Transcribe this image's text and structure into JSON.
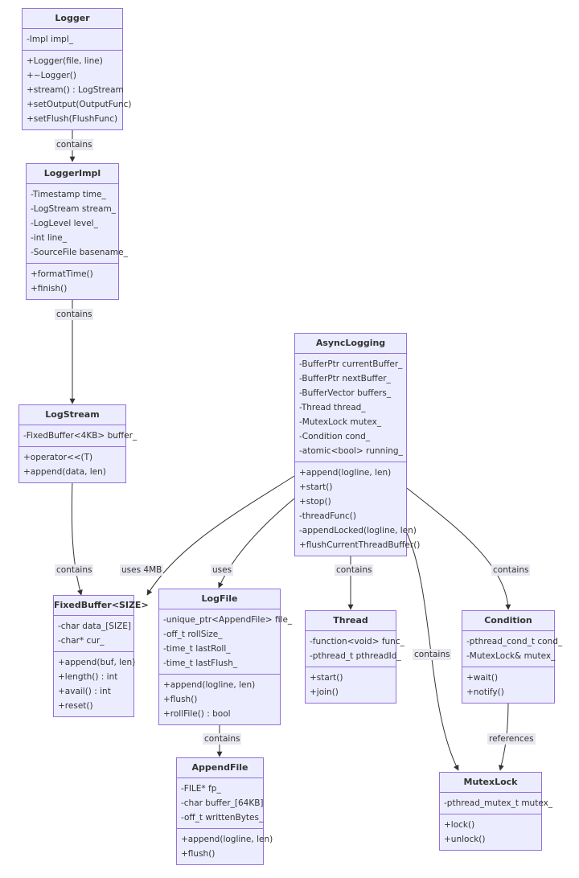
{
  "classes": {
    "logger": {
      "name": "Logger",
      "attributes": [
        "-Impl impl_"
      ],
      "methods": [
        "+Logger(file, line)",
        "+~Logger()",
        "+stream() : LogStream",
        "+setOutput(OutputFunc)",
        "+setFlush(FlushFunc)"
      ]
    },
    "loggerimpl": {
      "name": "LoggerImpl",
      "attributes": [
        "-Timestamp time_",
        "-LogStream stream_",
        "-LogLevel level_",
        "-int line_",
        "-SourceFile basename_"
      ],
      "methods": [
        "+formatTime()",
        "+finish()"
      ]
    },
    "logstream": {
      "name": "LogStream",
      "attributes": [
        "-FixedBuffer<4KB> buffer_"
      ],
      "methods": [
        "+operator<<(T)",
        "+append(data, len)"
      ]
    },
    "fixedbuffer": {
      "name": "FixedBuffer<SIZE>",
      "attributes": [
        "-char data_[SIZE]",
        "-char* cur_"
      ],
      "methods": [
        "+append(buf, len)",
        "+length() : int",
        "+avail() : int",
        "+reset()"
      ]
    },
    "logfile": {
      "name": "LogFile",
      "attributes": [
        "-unique_ptr<AppendFile> file_",
        "-off_t rollSize_",
        "-time_t lastRoll_",
        "-time_t lastFlush_"
      ],
      "methods": [
        "+append(logline, len)",
        "+flush()",
        "+rollFile() : bool"
      ]
    },
    "appendfile": {
      "name": "AppendFile",
      "attributes": [
        "-FILE* fp_",
        "-char buffer_[64KB]",
        "-off_t writtenBytes_"
      ],
      "methods": [
        "+append(logline, len)",
        "+flush()"
      ]
    },
    "asynclogging": {
      "name": "AsyncLogging",
      "attributes": [
        "-BufferPtr currentBuffer_",
        "-BufferPtr nextBuffer_",
        "-BufferVector buffers_",
        "-Thread thread_",
        "-MutexLock mutex_",
        "-Condition cond_",
        "-atomic<bool> running_"
      ],
      "methods": [
        "+append(logline, len)",
        "+start()",
        "+stop()",
        "-threadFunc()",
        "-appendLocked(logline, len)",
        "+flushCurrentThreadBuffer()"
      ]
    },
    "thread": {
      "name": "Thread",
      "attributes": [
        "-function<void> func_",
        "-pthread_t pthreadId_"
      ],
      "methods": [
        "+start()",
        "+join()"
      ]
    },
    "condition": {
      "name": "Condition",
      "attributes": [
        "-pthread_cond_t cond_",
        "-MutexLock& mutex_"
      ],
      "methods": [
        "+wait()",
        "+notify()"
      ]
    },
    "mutexlock": {
      "name": "MutexLock",
      "attributes": [
        "-pthread_mutex_t mutex_"
      ],
      "methods": [
        "+lock()",
        "+unlock()"
      ]
    }
  },
  "edges": [
    {
      "id": "logger-loggerimpl",
      "from": "Logger",
      "to": "LoggerImpl",
      "label": "contains"
    },
    {
      "id": "loggerimpl-logstream",
      "from": "LoggerImpl",
      "to": "LogStream",
      "label": "contains"
    },
    {
      "id": "logstream-fixedbuffer",
      "from": "LogStream",
      "to": "FixedBuffer<SIZE>",
      "label": "contains"
    },
    {
      "id": "async-fixedbuffer",
      "from": "AsyncLogging",
      "to": "FixedBuffer<SIZE>",
      "label": "uses 4MB"
    },
    {
      "id": "async-logfile",
      "from": "AsyncLogging",
      "to": "LogFile",
      "label": "uses"
    },
    {
      "id": "async-thread",
      "from": "AsyncLogging",
      "to": "Thread",
      "label": "contains"
    },
    {
      "id": "async-mutex",
      "from": "AsyncLogging",
      "to": "MutexLock",
      "label": "contains"
    },
    {
      "id": "async-condition",
      "from": "AsyncLogging",
      "to": "Condition",
      "label": "contains"
    },
    {
      "id": "logfile-appendfile",
      "from": "LogFile",
      "to": "AppendFile",
      "label": "contains"
    },
    {
      "id": "condition-mutex",
      "from": "Condition",
      "to": "MutexLock",
      "label": "references"
    }
  ],
  "colors": {
    "box_fill": "#ECECFF",
    "box_border": "#9370DB",
    "edge": "#333333",
    "label_bg": "#e8e8f0"
  }
}
